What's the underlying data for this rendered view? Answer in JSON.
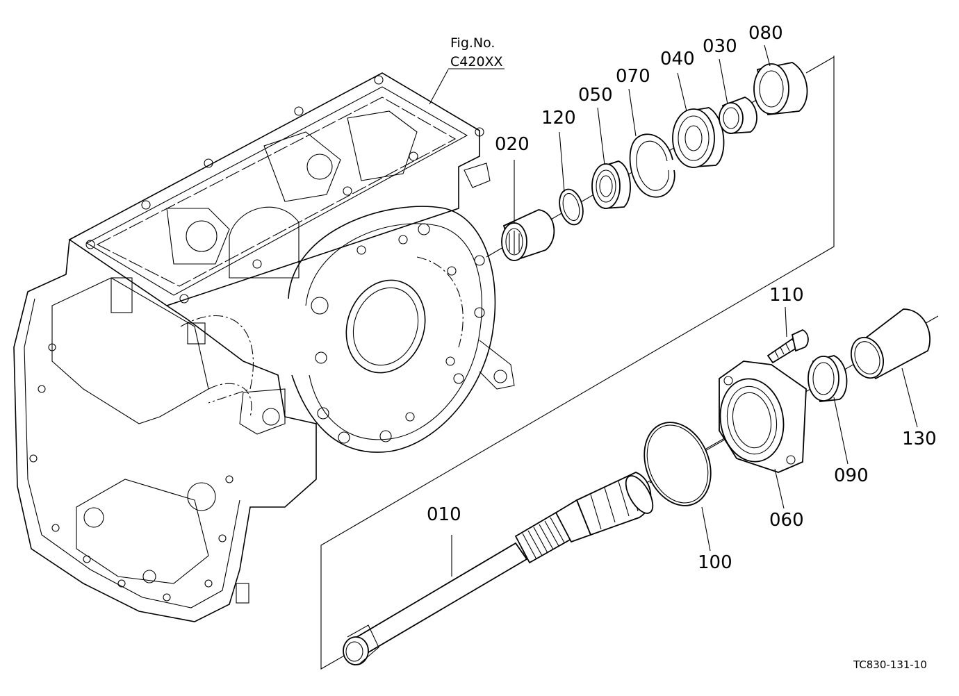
{
  "figure": {
    "fig_label": "Fig.No.",
    "fig_code": "C420XX",
    "drawing_code": "TC830-131-10"
  },
  "parts": [
    {
      "id": "p010",
      "label": "010"
    },
    {
      "id": "p020",
      "label": "020"
    },
    {
      "id": "p030",
      "label": "030"
    },
    {
      "id": "p040",
      "label": "040"
    },
    {
      "id": "p050",
      "label": "050"
    },
    {
      "id": "p060",
      "label": "060"
    },
    {
      "id": "p070",
      "label": "070"
    },
    {
      "id": "p080",
      "label": "080"
    },
    {
      "id": "p090",
      "label": "090"
    },
    {
      "id": "p100",
      "label": "100"
    },
    {
      "id": "p110",
      "label": "110"
    },
    {
      "id": "p120",
      "label": "120"
    },
    {
      "id": "p130",
      "label": "130"
    }
  ]
}
